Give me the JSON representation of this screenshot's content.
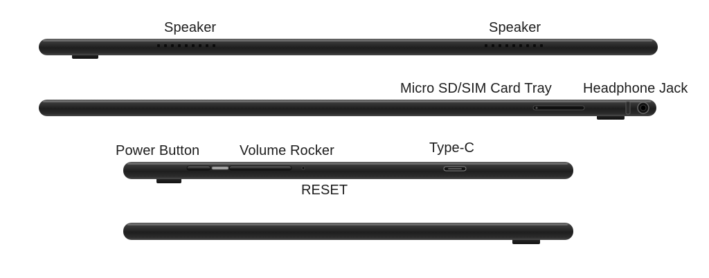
{
  "figure": {
    "labels": {
      "speaker_left": "Speaker",
      "speaker_right": "Speaker",
      "sd_sim_tray": "Micro SD/SIM Card Tray",
      "headphone_jack": "Headphone Jack",
      "power_button": "Power Button",
      "volume_rocker": "Volume Rocker",
      "type_c": "Type-C",
      "reset": "RESET"
    },
    "colors": {
      "background": "#ffffff",
      "body_dark": "#1e1e1e",
      "body_mid": "#3a3a3a",
      "body_highlight": "#6a6a6a",
      "label_text": "#1c1c1c"
    }
  }
}
